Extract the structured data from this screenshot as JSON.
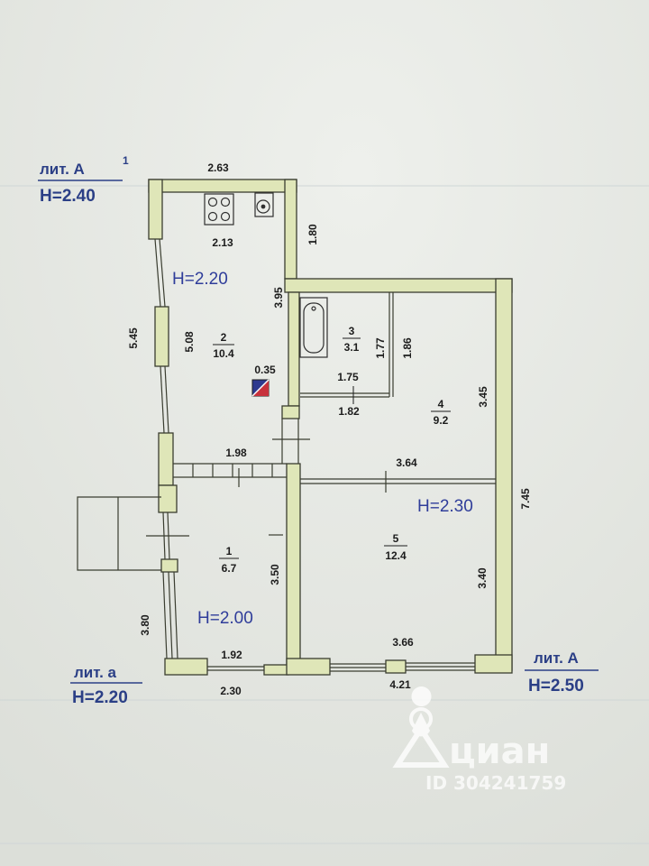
{
  "colors": {
    "wall_fill": "#dfe6b8",
    "wall_stroke": "#3a3d30",
    "paper": "#e6e8e3",
    "height_text": "#2f3d9a",
    "lit_text": "#2b3f86"
  },
  "labels": {
    "lit_a1_prefix": "лит. А",
    "lit_a1_sup": "1",
    "lit_a1_height": "H=2.40",
    "lit_a_small": "лит. а",
    "lit_a_small_height": "H=2.20",
    "lit_a_big": "лит. А",
    "lit_a_big_height": "H=2.50"
  },
  "heights": {
    "room2": "H=2.20",
    "room1": "H=2.00",
    "rooms45": "H=2.30"
  },
  "rooms": [
    {
      "number": "2",
      "area": "10.4"
    },
    {
      "number": "3",
      "area": "3.1"
    },
    {
      "number": "4",
      "area": "9.2"
    },
    {
      "number": "1",
      "area": "6.7"
    },
    {
      "number": "5",
      "area": "12.4"
    }
  ],
  "dimensions": {
    "top_2_63": "2.63",
    "right_1_80": "1.80",
    "inner_2_13": "2.13",
    "v_3_95": "3.95",
    "v_5_45": "5.45",
    "v_5_08": "5.08",
    "chimney_0_35": "0.35",
    "bath_1_77": "1.77",
    "bath_1_86": "1.86",
    "bath_1_75": "1.75",
    "bath_1_82": "1.82",
    "v_3_45": "3.45",
    "h_1_98": "1.98",
    "h_3_64": "3.64",
    "v_7_45": "7.45",
    "v_3_50": "3.50",
    "v_3_40": "3.40",
    "v_3_80": "3.80",
    "h_1_92": "1.92",
    "h_3_66": "3.66",
    "h_2_30": "2.30",
    "h_4_21": "4.21"
  },
  "watermark": {
    "brand": "циан",
    "id_text": "ID 304241759"
  },
  "icons": {
    "stove": "stove-icon",
    "sink": "sink-icon",
    "bathtub": "bathtub-icon",
    "chimney": "chimney-icon",
    "location_pin": "location-pin-icon"
  }
}
